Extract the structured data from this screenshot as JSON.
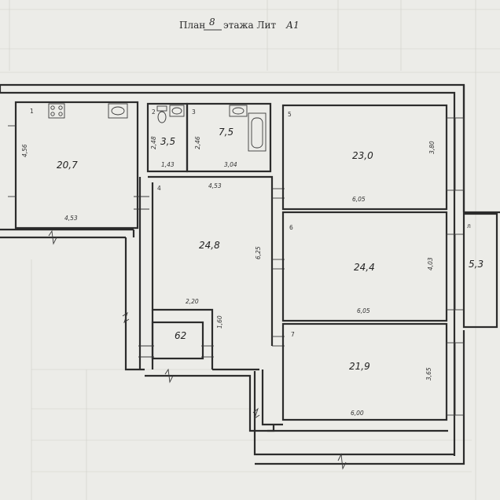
{
  "plan": {
    "title_prefix": "План",
    "floor": "8",
    "title_middle": "этажа Лит",
    "lit": "А1"
  },
  "rooms": [
    {
      "num": "1",
      "area": "20,7",
      "dims": [
        "4,56",
        "4,53"
      ]
    },
    {
      "num": "2",
      "area": "3,5",
      "dims": [
        "2,48",
        "1,43"
      ]
    },
    {
      "num": "3",
      "area": "7,5",
      "dims": [
        "2,46",
        "3,04"
      ]
    },
    {
      "num": "4",
      "area": "24,8",
      "dims": [
        "4,53",
        "6,25",
        "2,20",
        "1,60"
      ]
    },
    {
      "num": "5",
      "area": "23,0",
      "dims": [
        "3,80",
        "6,05"
      ]
    },
    {
      "num": "6",
      "area": "24,4",
      "dims": [
        "4,03",
        "6,05"
      ]
    },
    {
      "num": "7",
      "area": "21,9",
      "dims": [
        "3,65",
        "6,00"
      ]
    },
    {
      "num": "л",
      "area": "5,3",
      "dims": []
    },
    {
      "num": "",
      "area": "62",
      "dims": []
    }
  ]
}
